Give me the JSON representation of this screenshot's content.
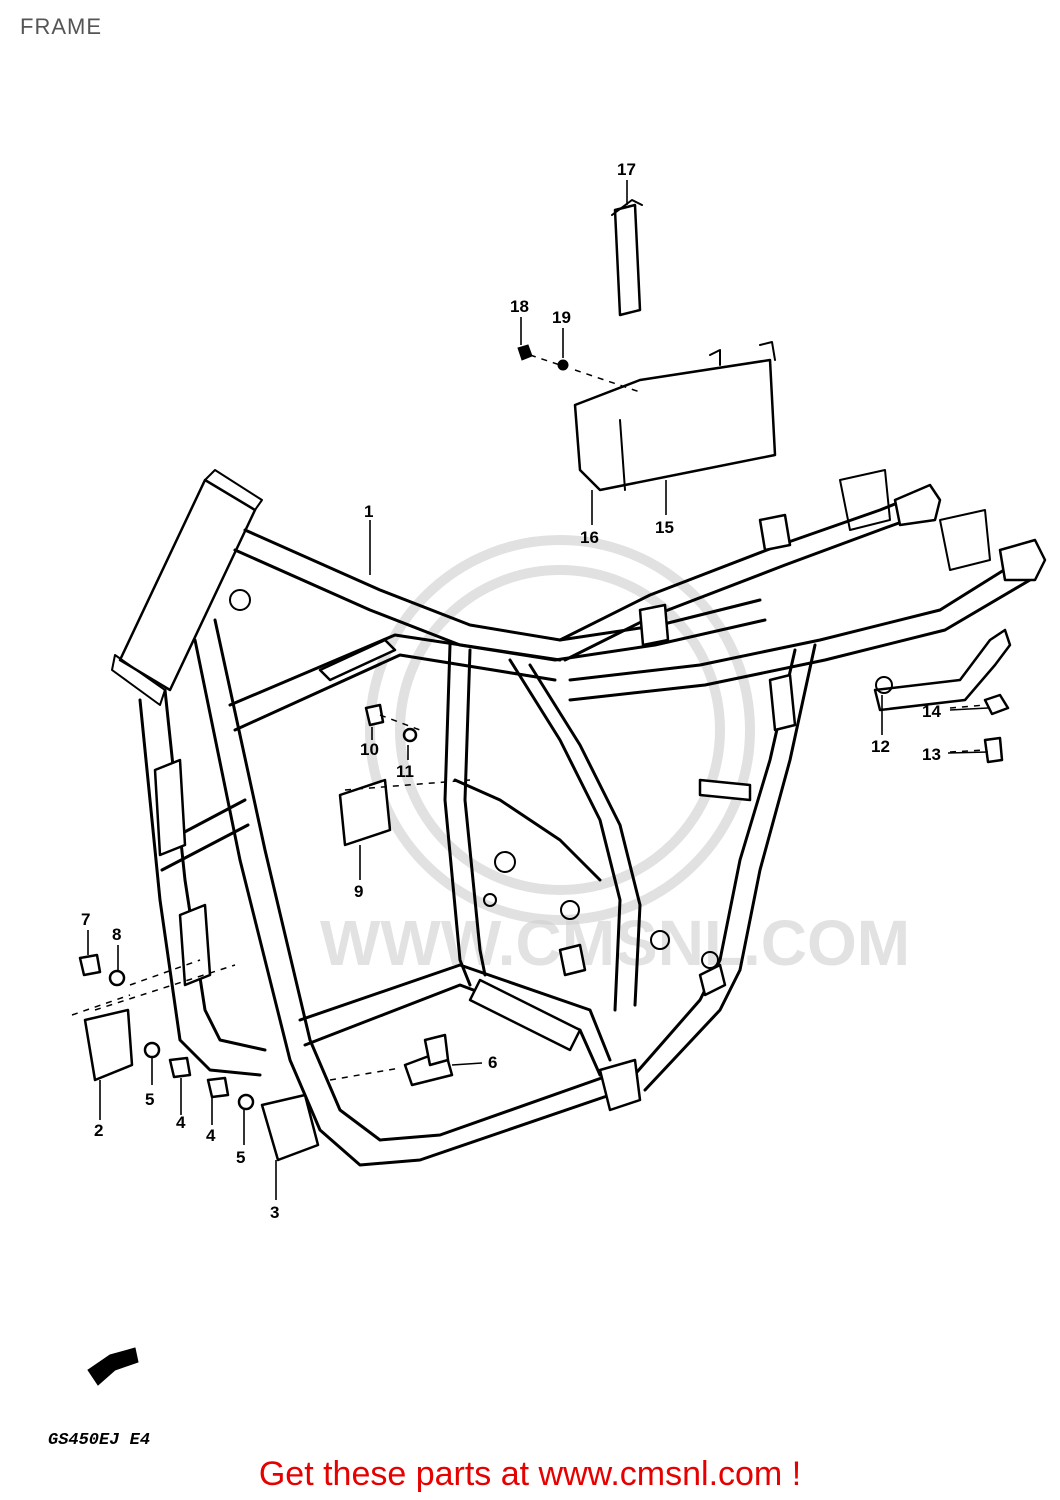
{
  "page": {
    "title": "FRAME"
  },
  "callouts": [
    {
      "id": "1",
      "label": "1"
    },
    {
      "id": "2",
      "label": "2"
    },
    {
      "id": "3",
      "label": "3"
    },
    {
      "id": "4a",
      "label": "4"
    },
    {
      "id": "4b",
      "label": "4"
    },
    {
      "id": "5a",
      "label": "5"
    },
    {
      "id": "5b",
      "label": "5"
    },
    {
      "id": "6",
      "label": "6"
    },
    {
      "id": "7",
      "label": "7"
    },
    {
      "id": "8",
      "label": "8"
    },
    {
      "id": "9",
      "label": "9"
    },
    {
      "id": "10",
      "label": "10"
    },
    {
      "id": "11",
      "label": "11"
    },
    {
      "id": "12",
      "label": "12"
    },
    {
      "id": "13",
      "label": "13"
    },
    {
      "id": "14",
      "label": "14"
    },
    {
      "id": "15",
      "label": "15"
    },
    {
      "id": "16",
      "label": "16"
    },
    {
      "id": "17",
      "label": "17"
    },
    {
      "id": "18",
      "label": "18"
    },
    {
      "id": "19",
      "label": "19"
    }
  ],
  "model_code": "GS450EJ E4",
  "footer": {
    "text": "Get these parts at www.cmsnl.com !"
  },
  "watermark": {
    "text": "WWW.CMSNL.COM"
  },
  "colors": {
    "footer_text": "#e60000",
    "line_art": "#000000",
    "watermark": "#c8c8c8"
  }
}
